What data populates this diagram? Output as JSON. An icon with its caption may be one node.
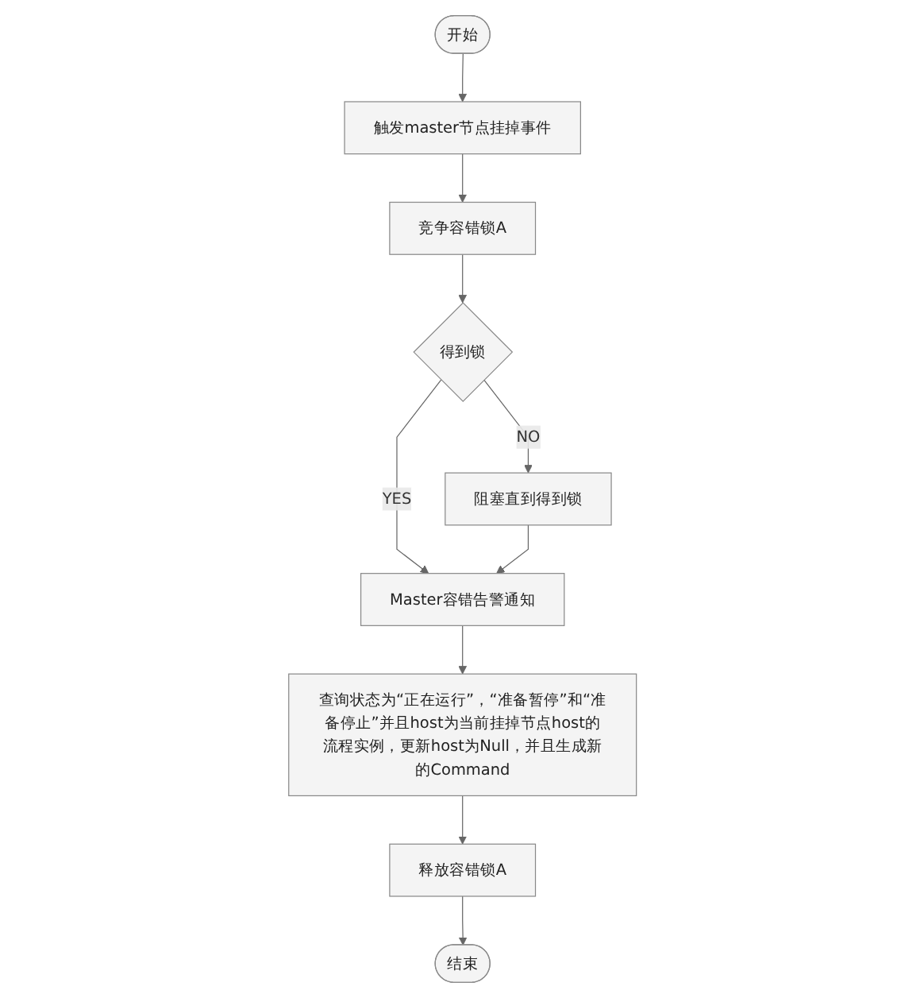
{
  "diagram": {
    "nodes": [
      {
        "text": [
          "开始"
        ]
      },
      {
        "text": [
          "触发master节点挂掉事件"
        ]
      },
      {
        "text": [
          "竞争容错锁A"
        ]
      },
      {
        "text": [
          "得到锁"
        ]
      },
      {
        "text": [
          "阻塞直到得到锁"
        ]
      },
      {
        "text": [
          "Master容错告警通知"
        ]
      },
      {
        "text": [
          "查询状态为“正在运行”，“准备暂停”和“准备停止”并且host为当前挂掉节点host的流程实例，更新host为Null，并且生成新的Command"
        ]
      },
      {
        "text": [
          "释放容错锁A"
        ]
      },
      {
        "text": [
          "结束"
        ]
      }
    ],
    "edges": [
      {
        "from": 0,
        "to": 1,
        "arrow": "to"
      },
      {
        "from": 1,
        "to": 2,
        "arrow": "to"
      },
      {
        "from": 2,
        "to": 3,
        "arrow": "to"
      },
      {
        "from": 3,
        "to": 4,
        "arrow": "to",
        "label": "NO"
      },
      {
        "from": 3,
        "to": 5,
        "arrow": "to",
        "label": "YES"
      },
      {
        "from": 4,
        "to": 5,
        "arrow": "to"
      },
      {
        "from": 5,
        "to": 6,
        "arrow": "to"
      },
      {
        "from": 6,
        "to": 7,
        "arrow": "to"
      },
      {
        "from": 7,
        "to": 8,
        "arrow": "to"
      }
    ]
  }
}
